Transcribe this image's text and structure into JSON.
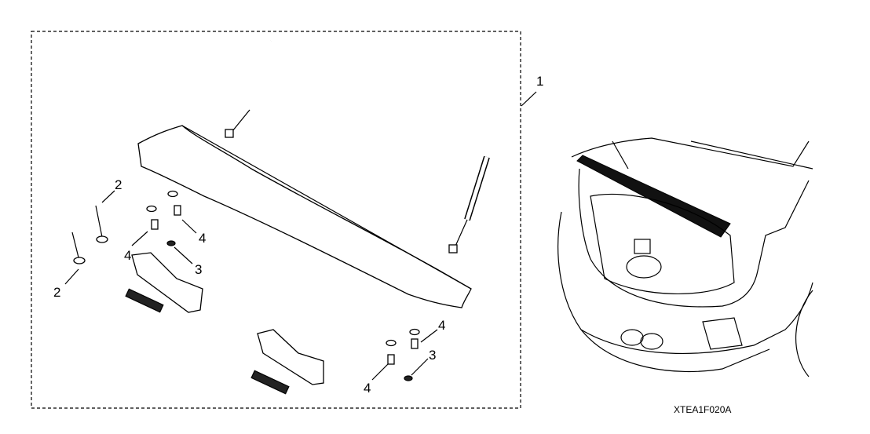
{
  "diagram": {
    "callouts": {
      "kit": "1",
      "bolt_a": "2",
      "bolt_b": "2",
      "bolt_left": "4",
      "bolt_left_b": "4",
      "nut_left": "3",
      "bolt_right": "4",
      "nut_right": "3",
      "bolt_right_b": "4"
    },
    "figure_code": "XTEA1F020A"
  }
}
